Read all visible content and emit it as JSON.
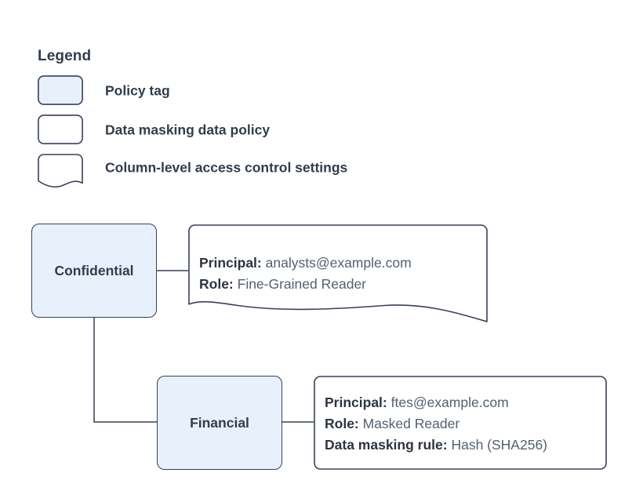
{
  "legend": {
    "title": "Legend",
    "items": [
      {
        "label": "Policy tag",
        "shape": "rounded-rect",
        "fill": "#e8f0fb"
      },
      {
        "label": "Data masking data policy",
        "shape": "rounded-rect",
        "fill": "#ffffff"
      },
      {
        "label": "Column-level access control settings",
        "shape": "wavy-document",
        "fill": "#ffffff"
      }
    ]
  },
  "diagram": {
    "nodes": [
      {
        "id": "confidential",
        "label": "Confidential"
      },
      {
        "id": "financial",
        "label": "Financial"
      }
    ],
    "callouts": [
      {
        "id": "confidential-settings",
        "shape": "wavy-document",
        "lines": [
          {
            "key": "Principal:",
            "value": "analysts@example.com"
          },
          {
            "key": "Role:",
            "value": "Fine-Grained Reader"
          }
        ]
      },
      {
        "id": "financial-policy",
        "shape": "rounded-rect",
        "lines": [
          {
            "key": "Principal:",
            "value": "ftes@example.com"
          },
          {
            "key": "Role:",
            "value": "Masked Reader"
          },
          {
            "key": "Data masking rule:",
            "value": "Hash (SHA256)"
          }
        ]
      }
    ]
  },
  "colors": {
    "tag_fill": "#e8f0fb",
    "stroke": "#36415a",
    "label_text": "#333c4d",
    "value_text": "#55606e",
    "background": "#ffffff"
  }
}
